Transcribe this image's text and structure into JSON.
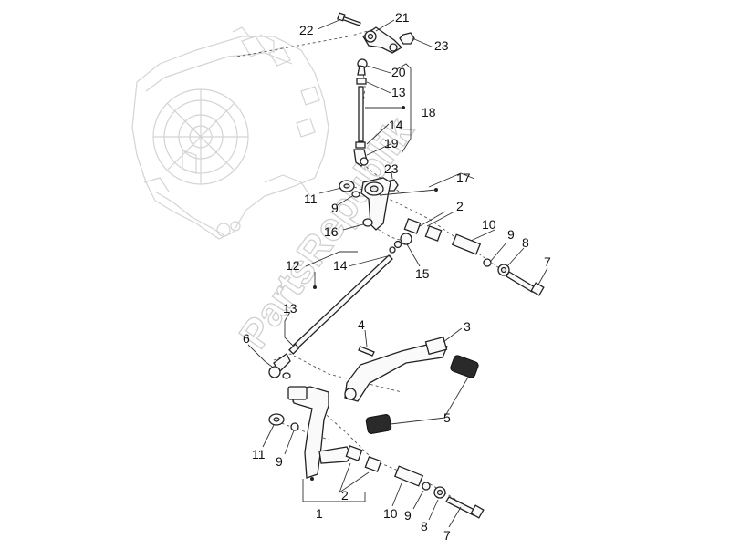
{
  "watermark": "PartsRepublik",
  "callouts": {
    "c22": "22",
    "c21": "21",
    "c23a": "23",
    "c20": "20",
    "c13a": "13",
    "c18": "18",
    "c14a": "14",
    "c19": "19",
    "c23b": "23",
    "c17": "17",
    "c11a": "11",
    "c9a": "9",
    "c2a": "2",
    "c10a": "10",
    "c9b": "9",
    "c8a": "8",
    "c7a": "7",
    "c16": "16",
    "c12": "12",
    "c14b": "14",
    "c15": "15",
    "c13b": "13",
    "c4": "4",
    "c3": "3",
    "c6": "6",
    "c5": "5",
    "c11b": "11",
    "c9c": "9",
    "c2b": "2",
    "c1": "1",
    "c10b": "10",
    "c9d": "9",
    "c8b": "8",
    "c7b": "7"
  }
}
